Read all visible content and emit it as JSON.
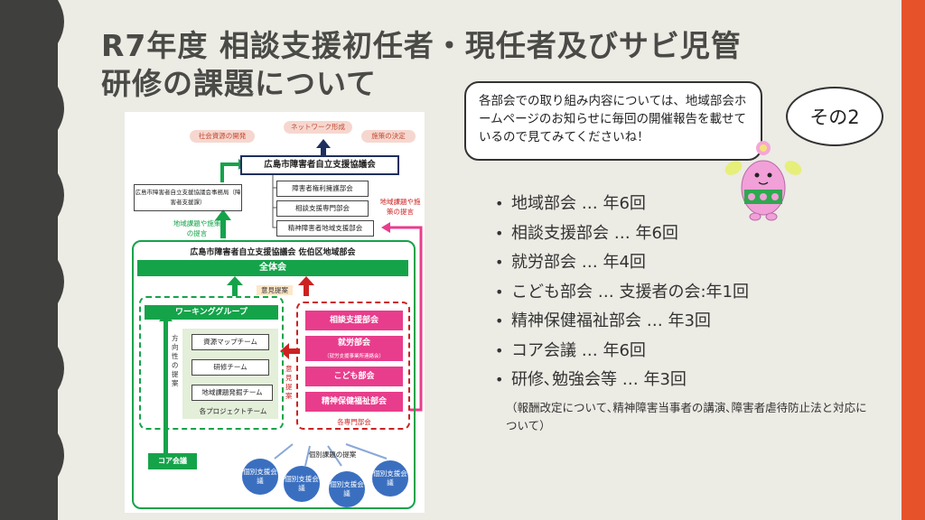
{
  "title_line1": "R7年度 相談支援初任者・現任者及びサビ児管",
  "title_line2": "研修の課題について",
  "speech_bubble": "各部会での取り組み内容については、地域部会ホームページのお知らせに毎回の開催報告を載せているので見てみてくださいね！",
  "badge": "その2",
  "bullets": [
    "地域部会 … 年6回",
    "相談支援部会 … 年6回",
    "就労部会 … 年4回",
    "こども部会 … 支援者の会:年1回",
    "精神保健福祉部会 … 年3回",
    "コア会議 … 年6回",
    "研修､勉強会等 … 年3回"
  ],
  "note": "（報酬改定について､精神障害当事者の講演､障害者虐待防止法と対応について）",
  "diagram": {
    "top_pills": [
      "社会資源の開発",
      "ネットワーク形成",
      "施策の決定"
    ],
    "council": "広島市障害者自立支援協議会",
    "council_subs": [
      "障害者権利擁護部会",
      "相談支援専門部会",
      "精神障害者地域支援部会"
    ],
    "secretariat": "広島市障害者自立支援協議会事務局（障害者支援課）",
    "proposal_left": "地域課題や施策の提言",
    "proposal_right": "地域課題や施策の提言",
    "local_council": "広島市障害者自立支援協議会 佐伯区地域部会",
    "plenary": "全体会",
    "opinion": "意見提案",
    "working_group": "ワーキンググループ",
    "direction": "方向性の提案",
    "wg_teams": [
      "資源マップチーム",
      "研修チーム",
      "地域課題発掘チーム"
    ],
    "wg_caption": "各プロジェクトチーム",
    "dept_buttons": [
      "相談支援部会",
      "就労部会",
      "こども部会",
      "精神保健福祉部会"
    ],
    "dept_sub": "（就労支援事業所連絡会）",
    "dept_caption": "各専門部会",
    "opinion2": "意見提案",
    "core_meeting": "コア会議",
    "individual_prop": "個別課題の提案",
    "circles": [
      "個別支援会議",
      "個別支援会議",
      "個別支援会議",
      "個別支援会議"
    ]
  },
  "colors": {
    "accent_orange": "#e6532a",
    "dark_band": "#3f3f3d",
    "green": "#15a34a",
    "pink": "#e83d8c",
    "navy": "#1f2f5e"
  }
}
